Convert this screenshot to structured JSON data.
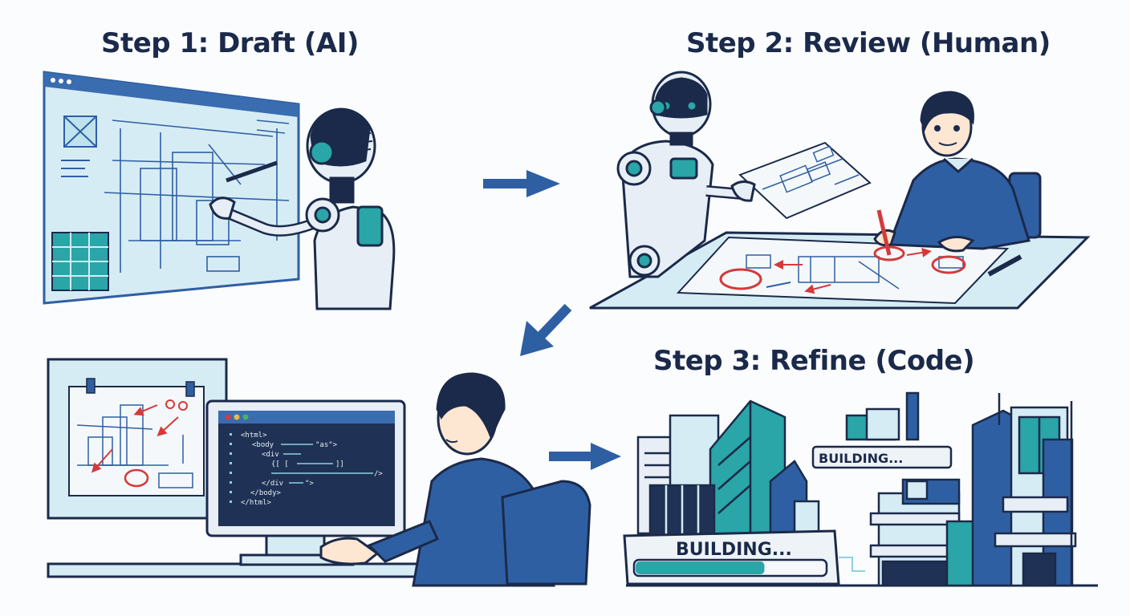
{
  "steps": {
    "step1_title": "Step 1: Draft (AI)",
    "step2_title": "Step 2: Review (Human)",
    "step3_title": "Step 3: Refine (Code)"
  },
  "code_editor": {
    "lines": [
      "<html>",
      "<body",
      "\"as\">",
      "<div",
      "{[ [",
      "]]",
      "/>",
      "</div",
      "\">",
      "</body>",
      "</html>"
    ]
  },
  "progress": {
    "small_label": "BUILDING...",
    "large_label": "BUILDING...",
    "large_fill_fraction": 0.68
  },
  "colors": {
    "ink": "#1b2a4a",
    "primary_blue": "#2f5fa3",
    "light_blue": "#d6ecf5",
    "teal": "#2aa5a8",
    "red_markup": "#d43a3a"
  },
  "icons": [
    "robot-icon",
    "human-reviewer-icon",
    "developer-icon",
    "arrow-right-icon",
    "arrow-down-left-icon",
    "blueprint-icon",
    "building-icon"
  ]
}
